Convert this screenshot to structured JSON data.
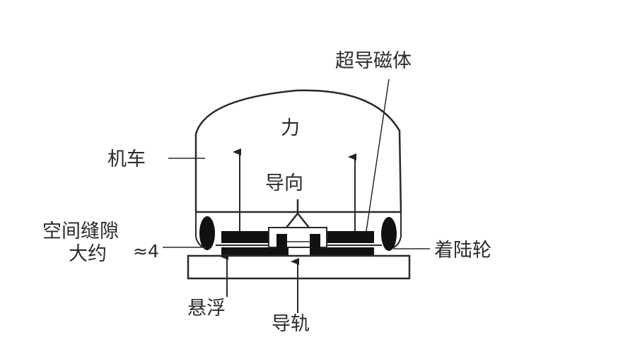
{
  "diagram": {
    "type": "maglev-train-cross-section",
    "labels": {
      "superconducting_magnet": "超导磁体",
      "force": "力",
      "locomotive": "机车",
      "guidance": "导向",
      "air_gap_line1": "空间缝隙",
      "air_gap_line2": "大约",
      "air_gap_value": "≈4",
      "landing_wheel": "着陆轮",
      "levitation": "悬浮",
      "guide_rail": "导轨"
    },
    "colors": {
      "line": "#2a2a2a",
      "fill_dark": "#111111",
      "background": "#ffffff"
    }
  }
}
